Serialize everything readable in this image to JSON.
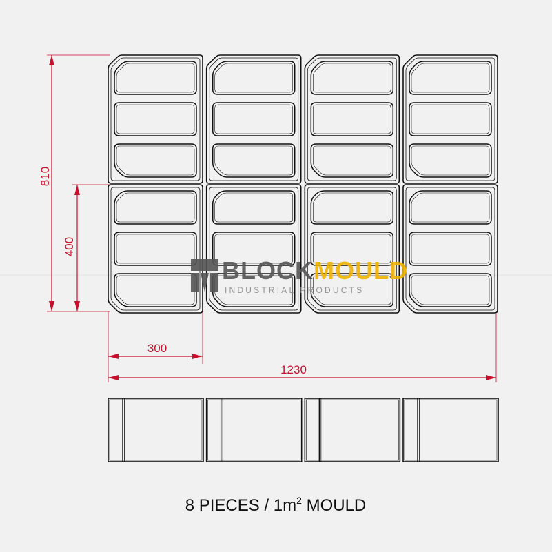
{
  "dimensions": {
    "total_height": "810",
    "piece_height": "400",
    "piece_width": "300",
    "total_width": "1230"
  },
  "watermark": {
    "brand_part1": "BLOCK",
    "brand_part2": "MOULD",
    "tagline": "INDUSTRIAL PRODUCTS"
  },
  "caption": {
    "prefix": "8 PIECES / 1m",
    "superscript": "2",
    "suffix": " MOULD"
  },
  "colors": {
    "dimension": "#c8102e",
    "outline": "#111111",
    "brand_dark": "#555555",
    "brand_accent": "#f0b400",
    "background": "#f1f1f1"
  },
  "plan_view": {
    "rows": 2,
    "columns": 4,
    "slots_per_piece": 3
  },
  "side_view": {
    "segments": 4
  }
}
